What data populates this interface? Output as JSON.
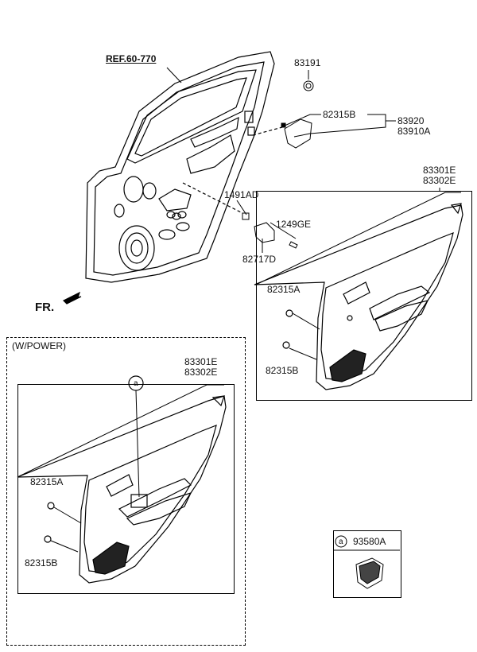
{
  "labels": {
    "ref": "REF.60-770",
    "fr": "FR.",
    "p83191": "83191",
    "p82315B_top": "82315B",
    "p83920": "83920",
    "p83910A": "83910A",
    "p1491AD": "1491AD",
    "p1249GE": "1249GE",
    "p82717D": "82717D",
    "p83301E_right": "83301E",
    "p83302E_right": "83302E",
    "p82315A_right": "82315A",
    "p82315B_right": "82315B",
    "wpower": "(W/POWER)",
    "p83301E_left": "83301E",
    "p83302E_left": "83302E",
    "p82315A_left": "82315A",
    "p82315B_left": "82315B",
    "callout_a": "a",
    "legend_a": "a",
    "p93580A": "93580A"
  },
  "colors": {
    "line": "#000000",
    "fill_light": "#f4f4f4",
    "fill_dark": "#222222"
  }
}
